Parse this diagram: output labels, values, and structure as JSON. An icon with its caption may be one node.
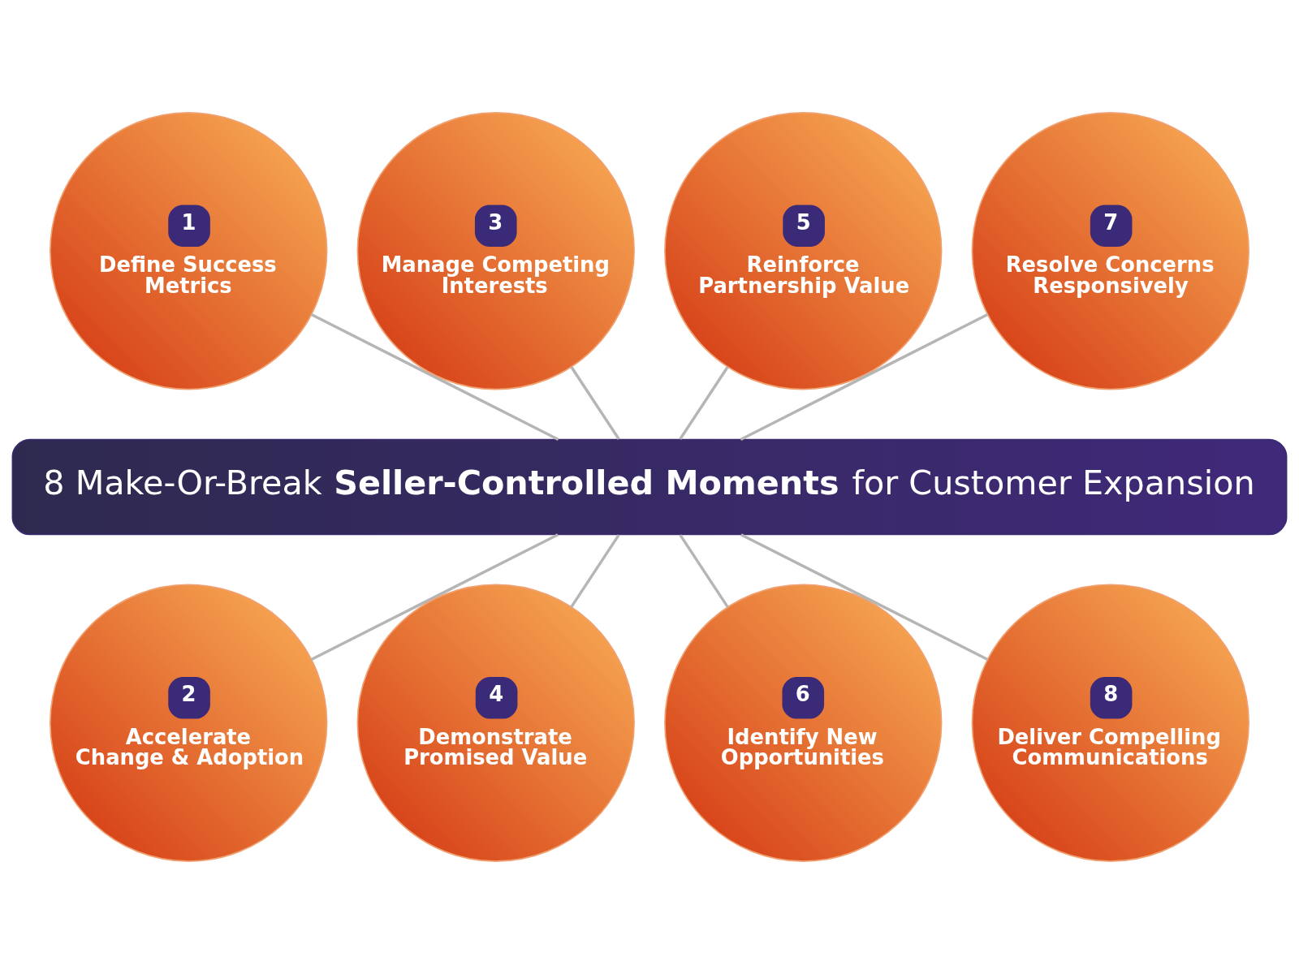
{
  "diagram": {
    "nodes": [
      {
        "text": [
          "1",
          "Define Success Metrics"
        ]
      },
      {
        "text": [
          "3",
          "Manage Competing Interests"
        ]
      },
      {
        "text": [
          "5",
          "Reinforce Partnership Value"
        ]
      },
      {
        "text": [
          "7",
          "Resolve Concerns Responsively"
        ]
      },
      {
        "text": [
          "8 Make-Or-Break **Seller-Controlled Moments** for Customer Expansion"
        ]
      },
      {
        "text": [
          "2",
          "Accelerate Change & Adoption"
        ]
      },
      {
        "text": [
          "4",
          "Demonstrate Promised Value"
        ]
      },
      {
        "text": [
          "6",
          "Identify New Opportunities"
        ]
      },
      {
        "text": [
          "8",
          "Deliver Compelling Communications"
        ]
      }
    ],
    "edges": [
      {
        "from": 0,
        "to": 4,
        "arrow": "none"
      },
      {
        "from": 1,
        "to": 4,
        "arrow": "none"
      },
      {
        "from": 2,
        "to": 4,
        "arrow": "none"
      },
      {
        "from": 3,
        "to": 4,
        "arrow": "none"
      },
      {
        "from": 4,
        "to": 5,
        "arrow": "none"
      },
      {
        "from": 4,
        "to": 6,
        "arrow": "none"
      },
      {
        "from": 4,
        "to": 7,
        "arrow": "none"
      },
      {
        "from": 4,
        "to": 8,
        "arrow": "none"
      }
    ]
  }
}
